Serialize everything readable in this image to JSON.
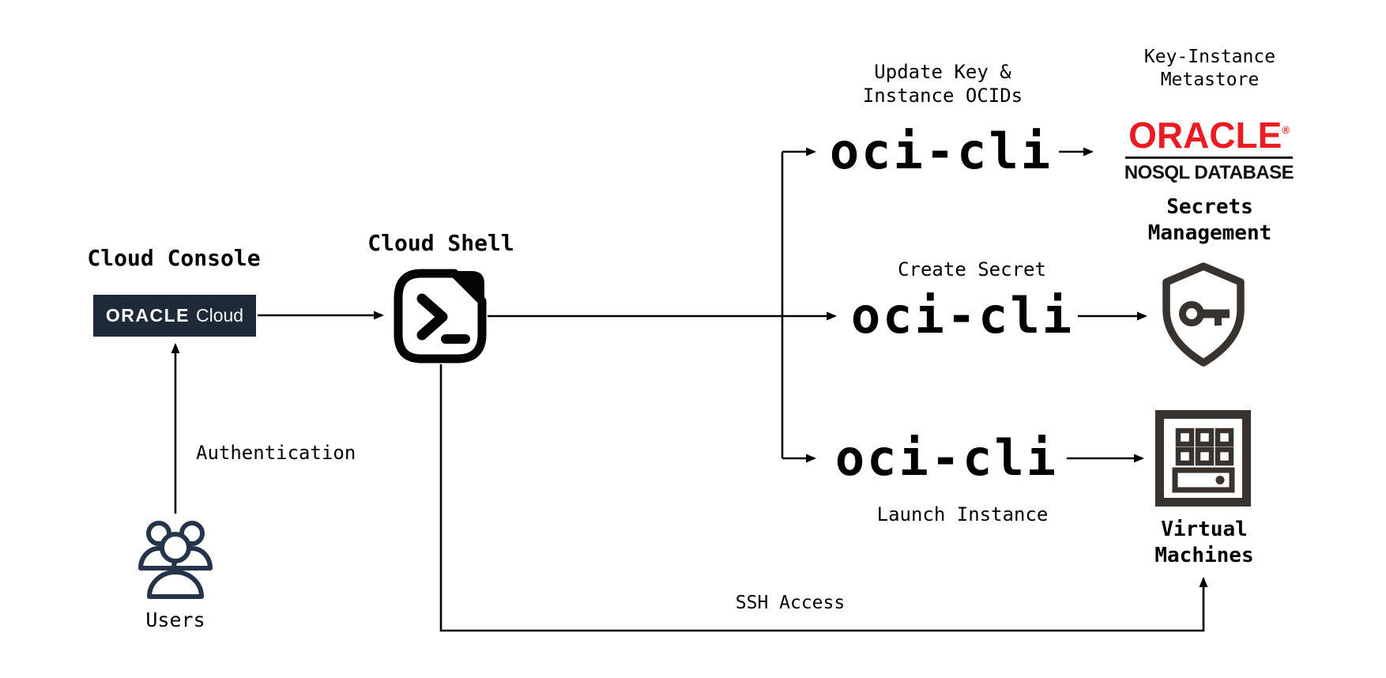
{
  "colors": {
    "line": "#000000",
    "badge_bg": "#1e2a38",
    "badge_text": "#ffffff",
    "users_icon": "#263449",
    "oracle_red": "#ea1b22",
    "icon_dark": "#38332f"
  },
  "nodes": {
    "cloud_console": {
      "title": "Cloud Console",
      "badge_brand": "ORACLE",
      "badge_product": "Cloud"
    },
    "cloud_shell": {
      "title": "Cloud Shell"
    },
    "users": {
      "label": "Users"
    },
    "cli_update": {
      "caption_line1": "Update Key &",
      "caption_line2": "Instance OCIDs",
      "command": "oci-cli"
    },
    "cli_secret": {
      "caption": "Create Secret",
      "command": "oci-cli"
    },
    "cli_launch": {
      "caption": "Launch Instance",
      "command": "oci-cli"
    },
    "nosql": {
      "title_line1": "Key-Instance",
      "title_line2": "Metastore",
      "brand": "ORACLE",
      "registered": "®",
      "product": "NOSQL DATABASE"
    },
    "secrets": {
      "title_line1": "Secrets",
      "title_line2": "Management"
    },
    "vms": {
      "title_line1": "Virtual",
      "title_line2": "Machines"
    }
  },
  "edges": {
    "authentication": "Authentication",
    "ssh": "SSH Access"
  }
}
